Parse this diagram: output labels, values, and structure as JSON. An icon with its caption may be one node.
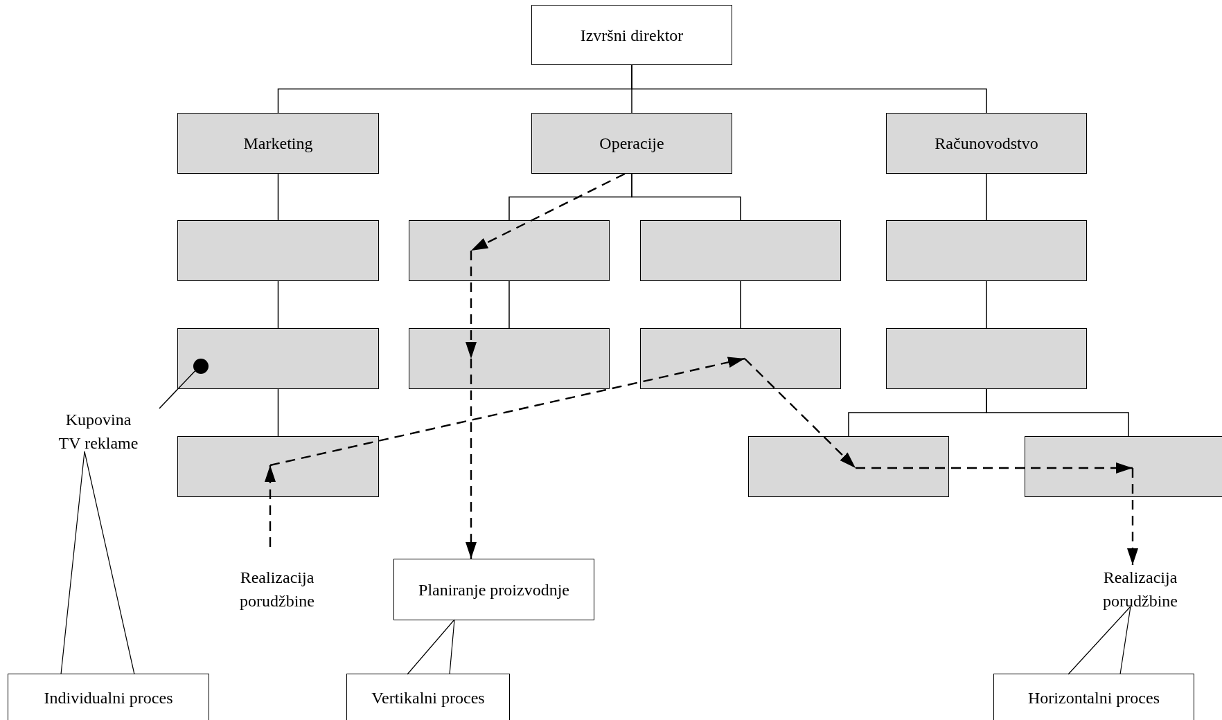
{
  "diagram": {
    "nodes": [
      {
        "text": [
          "Izvršni direktor"
        ]
      },
      {
        "text": [
          "Marketing"
        ]
      },
      {
        "text": [
          "Operacije"
        ]
      },
      {
        "text": [
          "Računovodstvo"
        ]
      },
      {
        "text": [],
        "shape": "box"
      },
      {
        "text": [],
        "shape": "box"
      },
      {
        "text": [],
        "shape": "box"
      },
      {
        "text": [],
        "shape": "box"
      },
      {
        "text": [],
        "shape": "box"
      },
      {
        "text": [],
        "shape": "box"
      },
      {
        "text": [],
        "shape": "box"
      },
      {
        "text": [],
        "shape": "box"
      },
      {
        "text": [],
        "shape": "box"
      },
      {
        "text": [],
        "shape": "box"
      },
      {
        "text": [],
        "shape": "box"
      },
      {
        "text": [],
        "shape": "circle",
        "in": 8
      },
      {
        "text": [
          "Kupovina TV reklame"
        ]
      },
      {
        "text": [
          "Realizacija porudžbine"
        ]
      },
      {
        "text": [
          "Planiranje proizvodnje"
        ]
      },
      {
        "text": [
          "Realizacija porudžbine"
        ]
      },
      {
        "text": [
          "Individualni proces"
        ]
      },
      {
        "text": [
          "Vertikalni proces"
        ]
      },
      {
        "text": [
          "Horizontalni proces"
        ]
      }
    ],
    "edges": [
      {
        "from": 0,
        "to": 1,
        "arrow": "none"
      },
      {
        "from": 0,
        "to": 2,
        "arrow": "none"
      },
      {
        "from": 0,
        "to": 3,
        "arrow": "none"
      },
      {
        "from": 1,
        "to": 4,
        "arrow": "none"
      },
      {
        "from": 4,
        "to": 8,
        "arrow": "none"
      },
      {
        "from": 8,
        "to": 12,
        "arrow": "none"
      },
      {
        "from": 2,
        "to": 5,
        "arrow": "none"
      },
      {
        "from": 2,
        "to": 6,
        "arrow": "none"
      },
      {
        "from": 5,
        "to": 9,
        "arrow": "none"
      },
      {
        "from": 6,
        "to": 10,
        "arrow": "none"
      },
      {
        "from": 3,
        "to": 7,
        "arrow": "none"
      },
      {
        "from": 7,
        "to": 11,
        "arrow": "none"
      },
      {
        "from": 11,
        "to": 13,
        "arrow": "none"
      },
      {
        "from": 11,
        "to": 14,
        "arrow": "none"
      },
      {
        "from": 2,
        "to": 5,
        "arrow": "to",
        "style": "dashed"
      },
      {
        "from": 5,
        "to": 9,
        "arrow": "to",
        "style": "dashed"
      },
      {
        "from": 9,
        "to": 18,
        "arrow": "to",
        "style": "dashed"
      },
      {
        "from": 17,
        "to": 12,
        "arrow": "to",
        "style": "dashed"
      },
      {
        "from": 12,
        "to": 10,
        "arrow": "to",
        "style": "dashed"
      },
      {
        "from": 10,
        "to": 13,
        "arrow": "to",
        "style": "dashed"
      },
      {
        "from": 13,
        "to": 14,
        "arrow": "to",
        "style": "dashed"
      },
      {
        "from": 14,
        "to": 19,
        "arrow": "to",
        "style": "dashed"
      },
      {
        "from": 16,
        "to": 15,
        "arrow": "none"
      },
      {
        "from": 20,
        "to": 16,
        "arrow": "none"
      },
      {
        "from": 21,
        "to": 18,
        "arrow": "none"
      },
      {
        "from": 22,
        "to": 19,
        "arrow": "none"
      }
    ]
  }
}
